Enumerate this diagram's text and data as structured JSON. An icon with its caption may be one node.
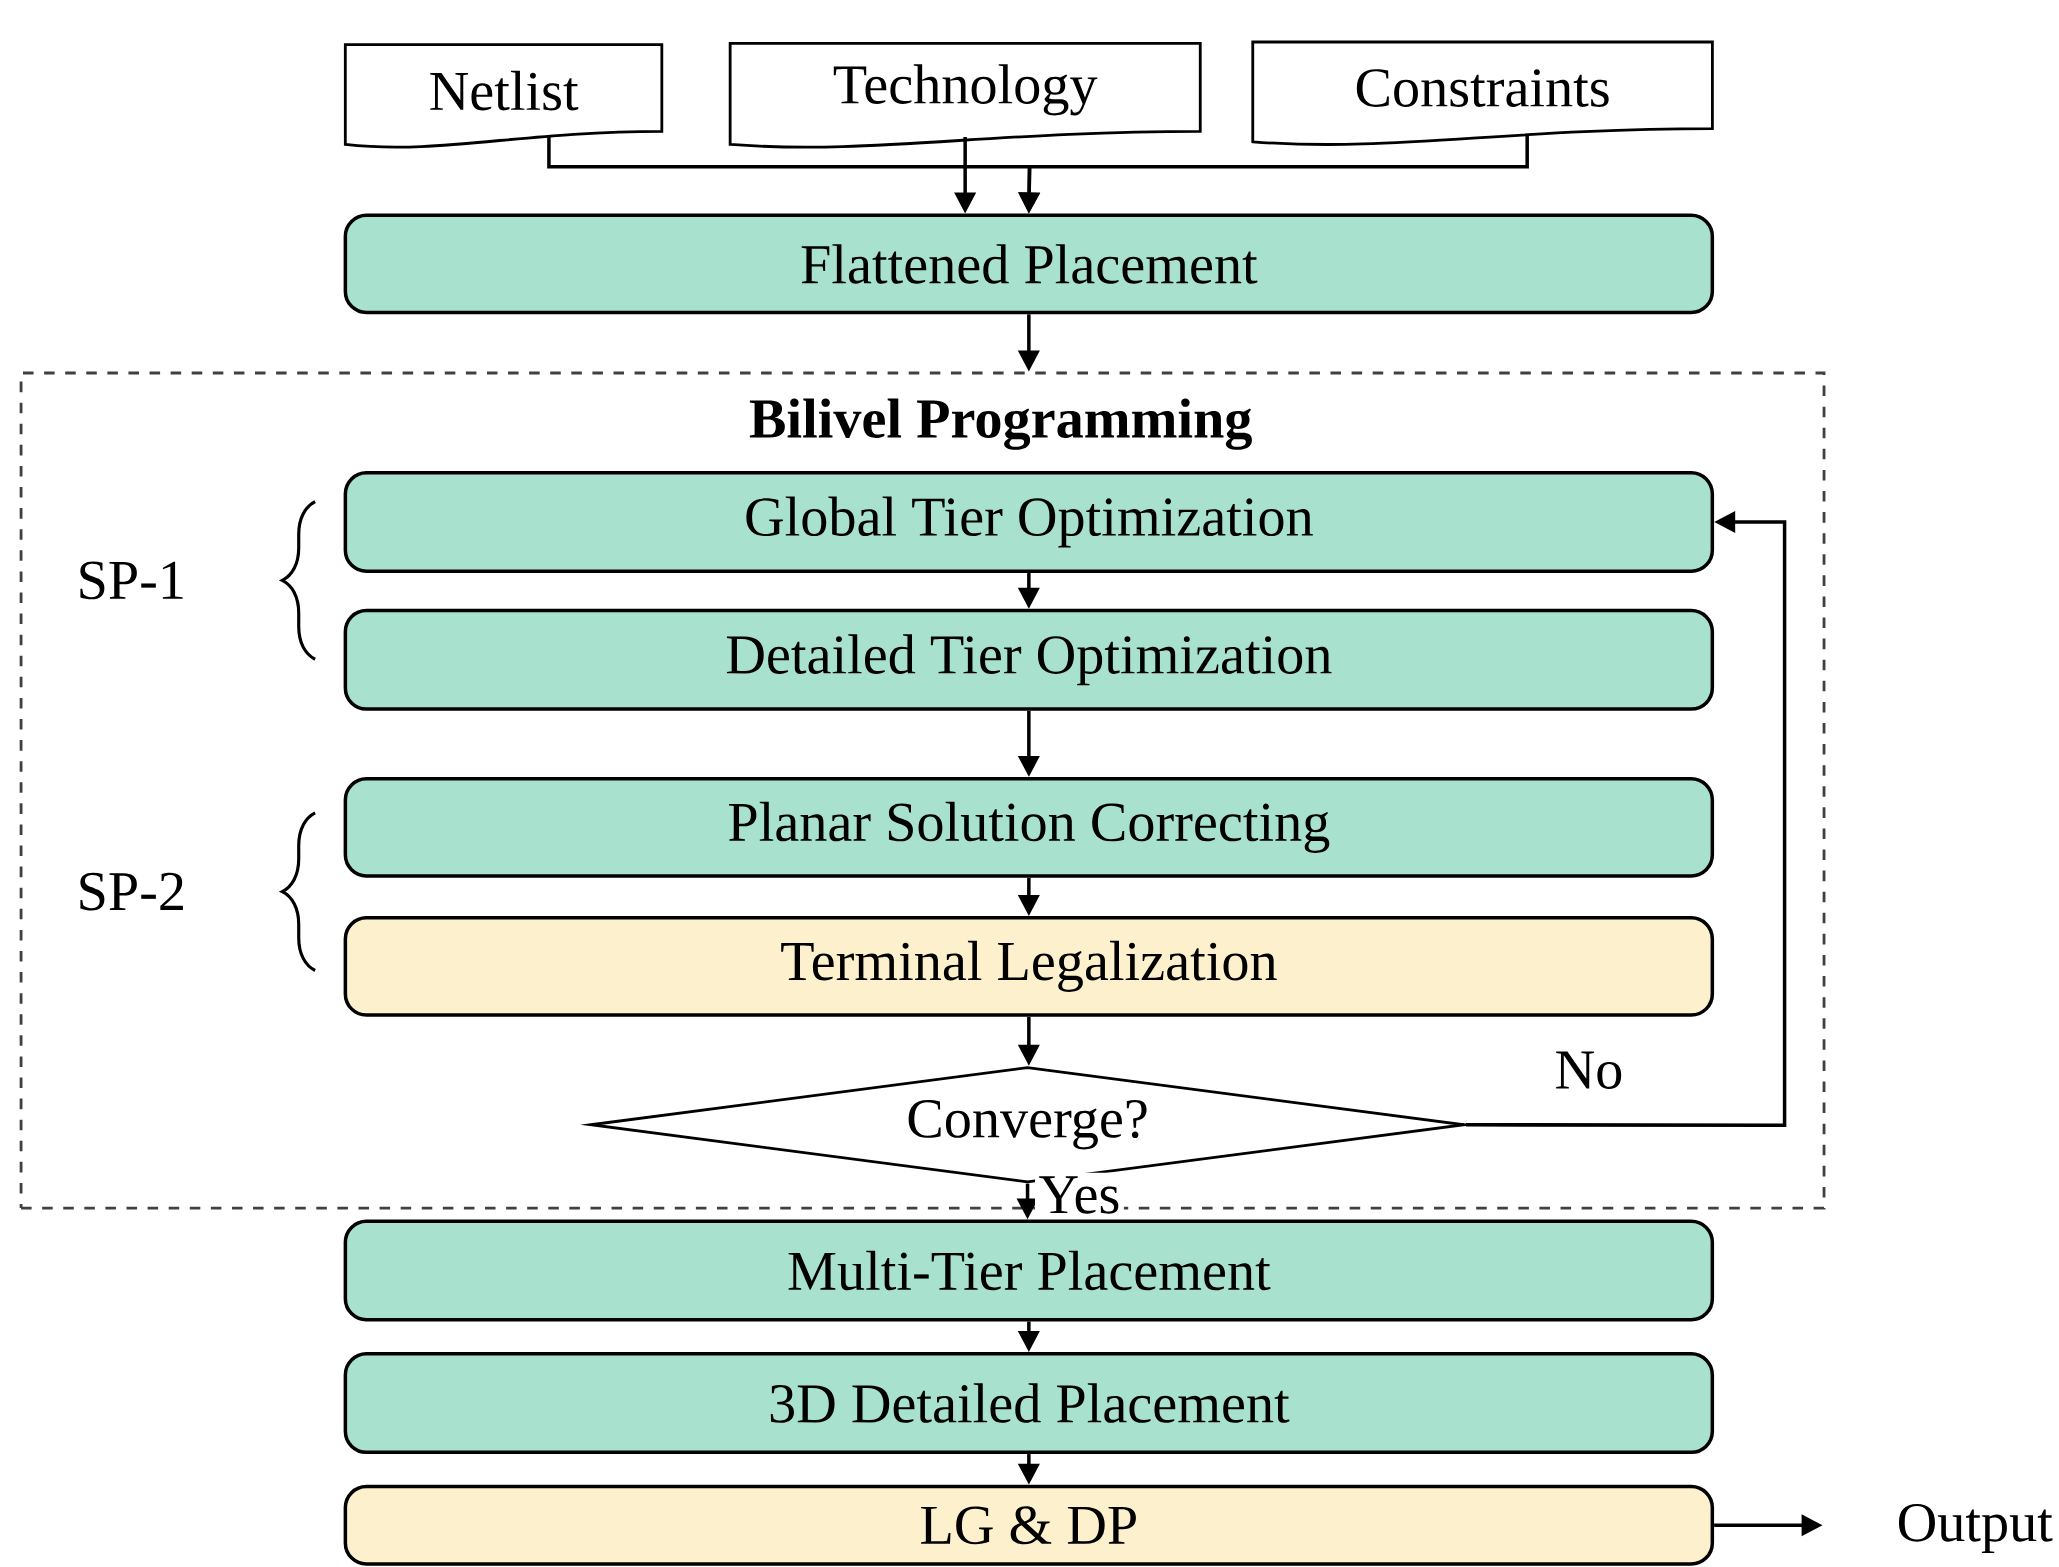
{
  "diagram": {
    "nodes": [
      {
        "text": [
          "Netlist"
        ]
      },
      {
        "text": [
          "Technology"
        ]
      },
      {
        "text": [
          "Constraints"
        ]
      },
      {
        "text": [
          "Flattened Placement"
        ]
      },
      {
        "text": [
          "Bilivel Programming"
        ]
      },
      {
        "text": [
          "Global Tier Optimization"
        ],
        "in": 4
      },
      {
        "text": [
          "Detailed Tier Optimization"
        ],
        "in": 4
      },
      {
        "text": [
          "Planar Solution Correcting"
        ],
        "in": 4
      },
      {
        "text": [
          "Terminal Legalization"
        ],
        "in": 4
      },
      {
        "text": [
          "Converge?"
        ],
        "in": 4
      },
      {
        "text": [
          "Multi-Tier Placement"
        ]
      },
      {
        "text": [
          "3D Detailed Placement"
        ]
      },
      {
        "text": [
          "LG & DP"
        ]
      },
      {
        "text": [
          "Output"
        ]
      }
    ],
    "edges": [
      {
        "from": 0,
        "to": 3,
        "arrow": "to"
      },
      {
        "from": 1,
        "to": 3,
        "arrow": "to"
      },
      {
        "from": 2,
        "to": 3,
        "arrow": "to"
      },
      {
        "from": 3,
        "to": 4,
        "arrow": "to"
      },
      {
        "from": 5,
        "to": 6,
        "arrow": "to"
      },
      {
        "from": 6,
        "to": 7,
        "arrow": "to"
      },
      {
        "from": 7,
        "to": 8,
        "arrow": "to"
      },
      {
        "from": 8,
        "to": 9,
        "arrow": "to"
      },
      {
        "from": 9,
        "to": 10,
        "arrow": "to",
        "label": "Yes"
      },
      {
        "from": 9,
        "to": 5,
        "arrow": "to",
        "label": "No"
      },
      {
        "from": 10,
        "to": 11,
        "arrow": "to"
      },
      {
        "from": 11,
        "to": 12,
        "arrow": "to"
      },
      {
        "from": 12,
        "to": 13,
        "arrow": "to"
      }
    ],
    "labels": [
      "SP-1",
      "SP-2"
    ]
  }
}
